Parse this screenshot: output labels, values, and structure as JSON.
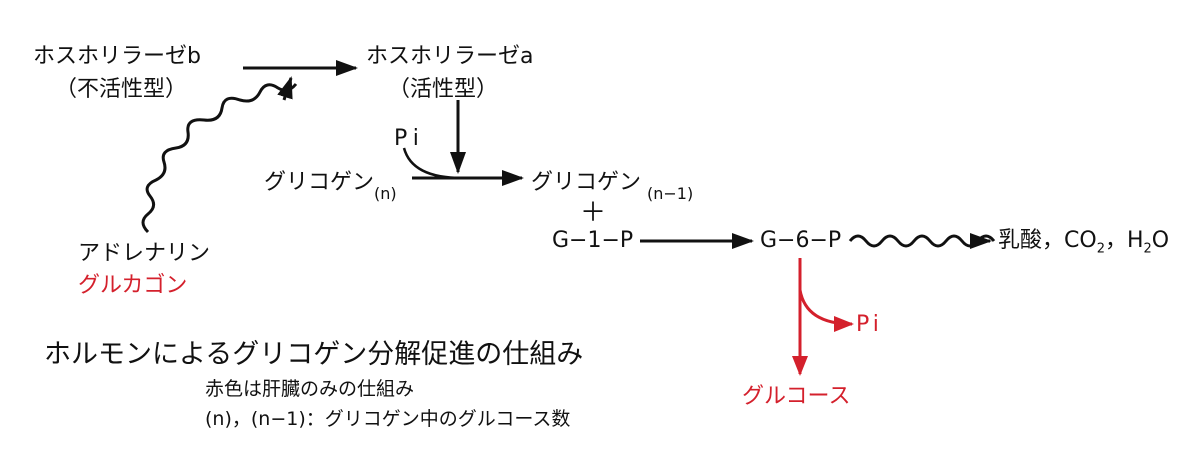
{
  "colors": {
    "ink": "#111111",
    "liver": "#d4202c",
    "background": "#ffffff"
  },
  "nodes": {
    "phosphorylase_b": "ホスホリラーゼb",
    "phosphorylase_b_state": "（不活性型）",
    "phosphorylase_a": "ホスホリラーゼa",
    "phosphorylase_a_state": "（活性型）",
    "pi_in": "Pi",
    "glycogen_n": "グリコゲン",
    "glycogen_n_sub": "(n)",
    "glycogen_n1": "グリコゲン",
    "glycogen_n1_sub": "(n−1)",
    "plus": "＋",
    "g1p": "G−1−P",
    "g6p": "G−6−P",
    "products_prefix": "乳酸，CO",
    "products_co2_sub": "2",
    "products_mid": "，H",
    "products_h2o_sub": "2",
    "products_suffix": "O",
    "hormone_adrenaline": "アドレナリン",
    "hormone_glucagon": "グルカゴン",
    "pi_out": "Pi",
    "glucose": "グルコース"
  },
  "caption": {
    "title": "ホルモンによるグリコゲン分解促進の仕組み",
    "note_red": "赤色は肝臓のみの仕組み",
    "note_n": "(n)，(n−1)：グリコゲン中のグルコース数"
  }
}
